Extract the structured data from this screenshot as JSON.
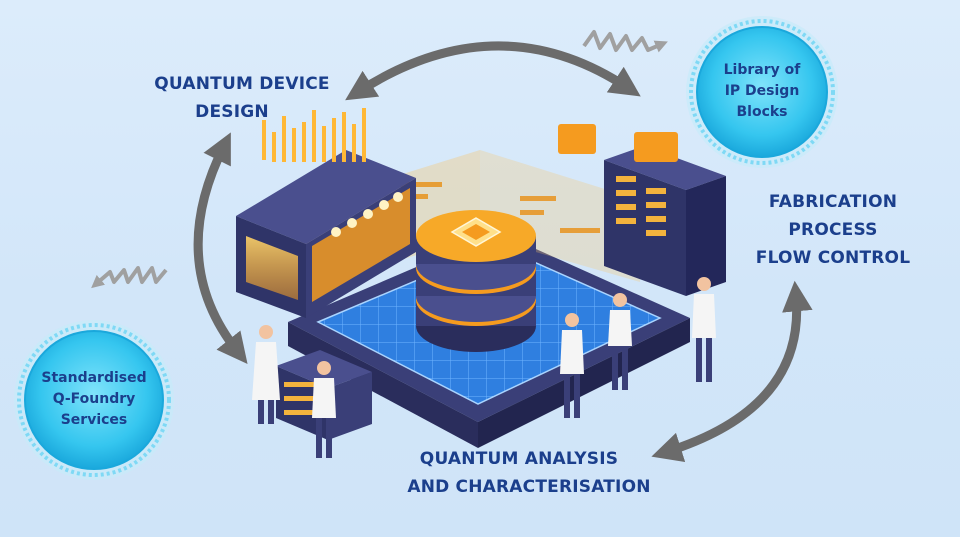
{
  "stages": {
    "design": [
      "QUANTUM DEVICE",
      "DESIGN"
    ],
    "fabrication": [
      "FABRICATION",
      "PROCESS",
      "FLOW CONTROL"
    ],
    "analysis": [
      "QUANTUM ANALYSIS",
      "AND CHARACTERISATION"
    ]
  },
  "services": {
    "ip_library": [
      "Library of",
      "IP Design",
      "Blocks"
    ],
    "foundry": [
      "Standardised",
      "Q-Foundry",
      "Services"
    ]
  },
  "colors": {
    "background": "#d7e9fa",
    "label_text": "#1b3f8c",
    "cycle_arrows": "#6b6b6b",
    "circle_fill": "#2ec4ee",
    "circle_ring": "#7fd9f5",
    "server_navy": "#3a3f78",
    "glow_orange": "#f59b1f",
    "floor_grid": "#2f7fe0"
  },
  "icons": [
    "cycle-arrow",
    "squiggle-arrow",
    "quantum-chip-icon",
    "server-rack",
    "scientist-figure"
  ]
}
